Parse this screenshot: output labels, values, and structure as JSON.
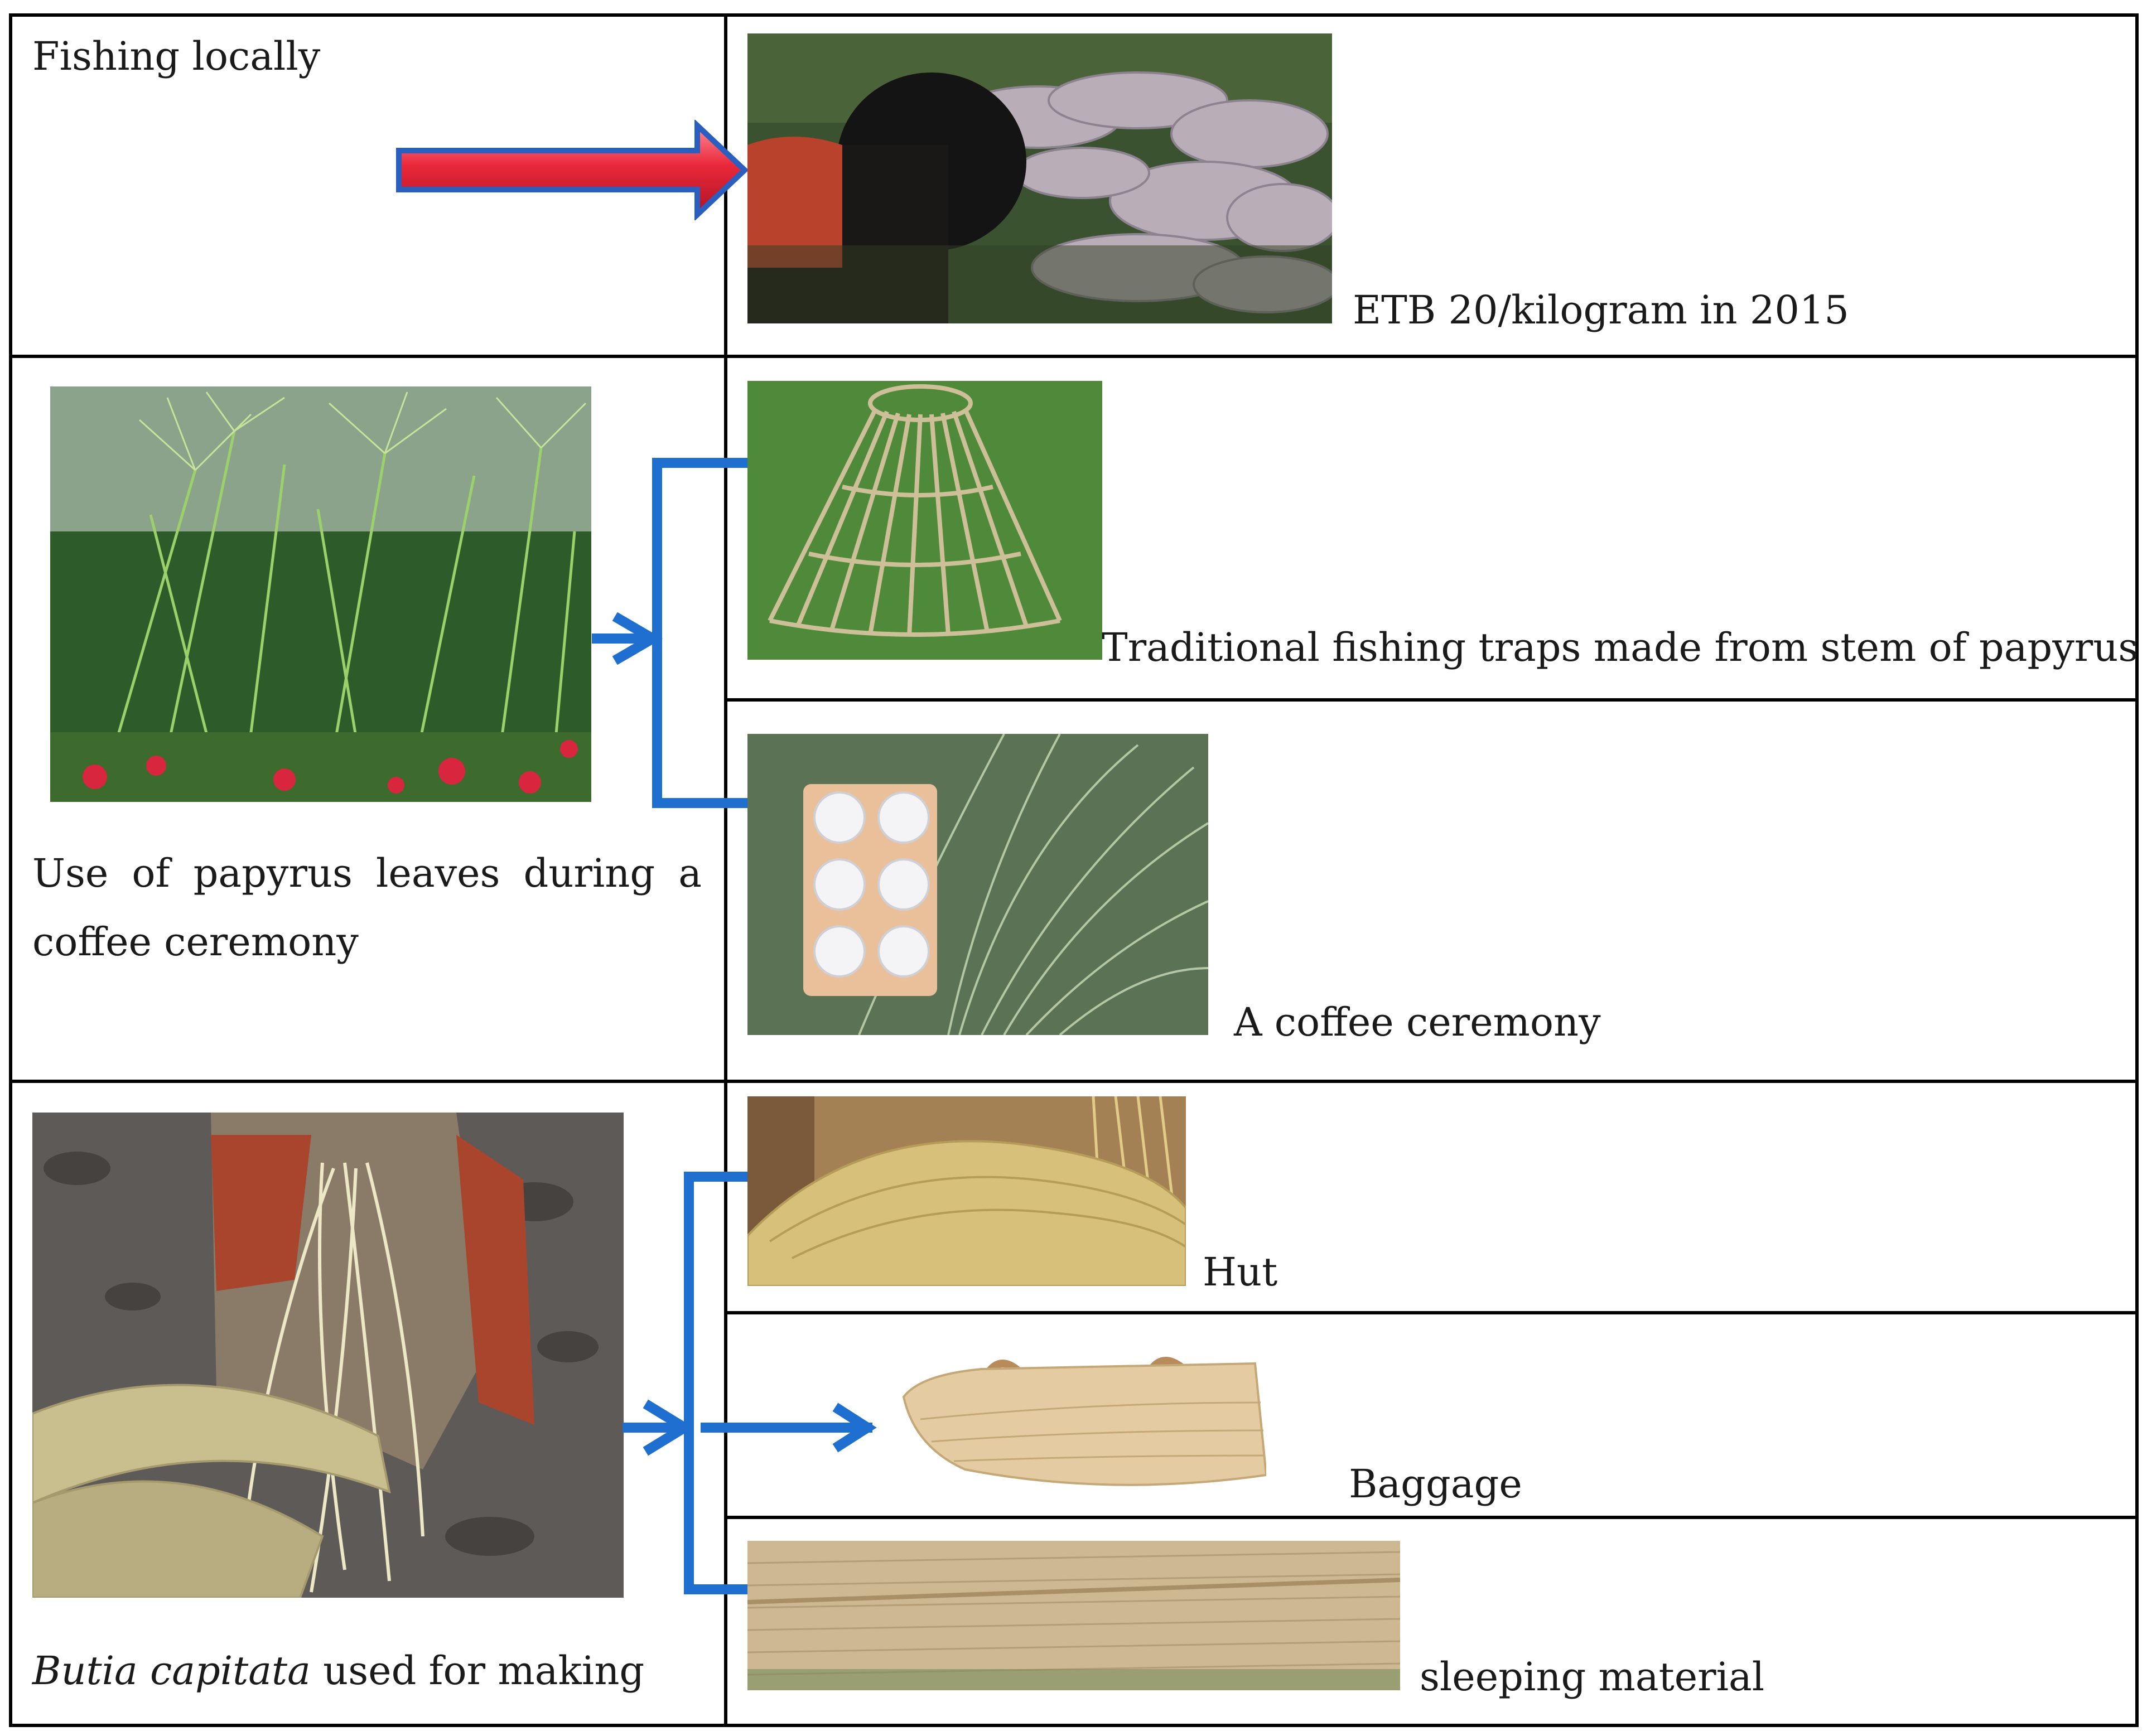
{
  "rows": [
    {
      "left_label": "Fishing locally",
      "right_items": [
        {
          "caption": "ETB 20/kilogram in 2015",
          "photo_icon": "fish-pile-photo"
        }
      ]
    },
    {
      "left_label": "Use of papyrus leaves during a coffee ceremony",
      "left_photo_icon": "papyrus-plant-photo",
      "right_items": [
        {
          "caption": "Traditional fishing traps made from stem of papyrus",
          "photo_icon": "fish-trap-photo"
        },
        {
          "caption": "A coffee ceremony",
          "photo_icon": "coffee-ceremony-photo"
        }
      ]
    },
    {
      "left_label_italic": "Butia capitata",
      "left_label_rest": " used for making",
      "left_photo_icon": "weaving-photo",
      "right_items": [
        {
          "caption": "Hut",
          "photo_icon": "hat-photo"
        },
        {
          "caption": "Baggage",
          "photo_icon": "basket-bag-photo"
        },
        {
          "caption": "sleeping material",
          "photo_icon": "sleeping-mat-photo"
        }
      ]
    }
  ],
  "colors": {
    "fishing_arrow_fill": "#e8283a",
    "fishing_arrow_stroke": "#2a5fbf",
    "connector_arrow": "#1f6fd0",
    "table_border": "#000000"
  }
}
